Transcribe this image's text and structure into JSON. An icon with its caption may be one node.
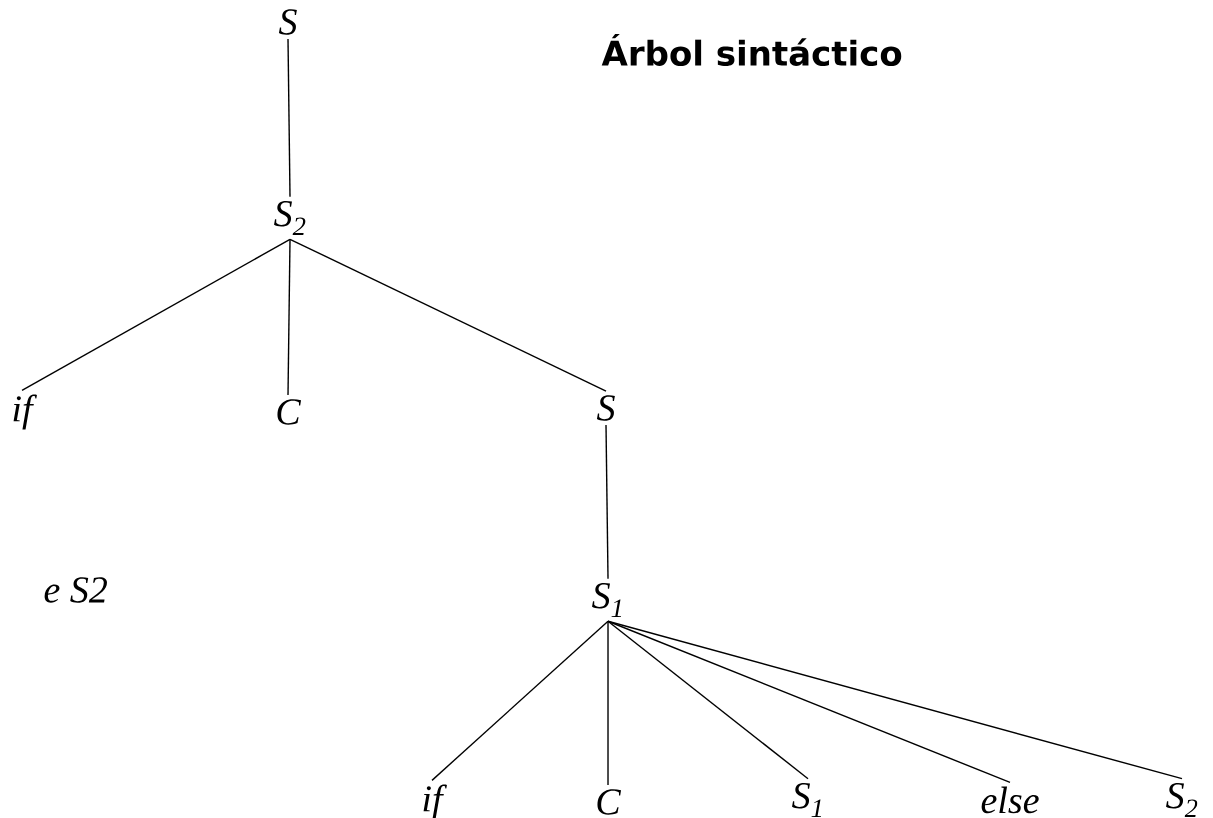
{
  "diagram": {
    "title": "Árbol sintáctico",
    "nodes": [
      {
        "text": [
          "S"
        ]
      },
      {
        "text": [
          "S$_{2}$"
        ]
      },
      {
        "text": [
          "if"
        ]
      },
      {
        "text": [
          "C"
        ]
      },
      {
        "text": [
          "S"
        ]
      },
      {
        "text": [
          "S$_{1}$"
        ]
      },
      {
        "text": [
          "if"
        ]
      },
      {
        "text": [
          "C"
        ]
      },
      {
        "text": [
          "S$_{1}$"
        ]
      },
      {
        "text": [
          "else"
        ]
      },
      {
        "text": [
          "S$_{2}$"
        ]
      }
    ],
    "edges": [
      {
        "from": 0,
        "to": 1,
        "arrow": "none"
      },
      {
        "from": 1,
        "to": 2,
        "arrow": "none"
      },
      {
        "from": 1,
        "to": 3,
        "arrow": "none"
      },
      {
        "from": 1,
        "to": 4,
        "arrow": "none"
      },
      {
        "from": 4,
        "to": 5,
        "arrow": "none"
      },
      {
        "from": 5,
        "to": 6,
        "arrow": "none"
      },
      {
        "from": 5,
        "to": 7,
        "arrow": "none"
      },
      {
        "from": 5,
        "to": 8,
        "arrow": "none"
      },
      {
        "from": 5,
        "to": 9,
        "arrow": "none"
      },
      {
        "from": 5,
        "to": 10,
        "arrow": "none"
      }
    ],
    "labels": [
      "e S2"
    ]
  }
}
